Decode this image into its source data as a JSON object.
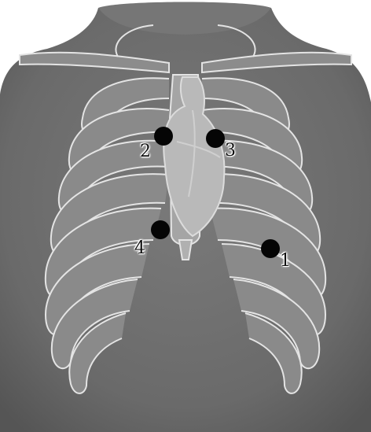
{
  "image": {
    "subject": "chest-diagram",
    "colors": {
      "background": "#ffffff",
      "skin": "#6f6f6f",
      "skin_dark": "#555555",
      "ribs": "#9a9a9a",
      "rib_outline": "#e6e6e6",
      "heart": "#bcbcbc",
      "marker": "#050505"
    }
  },
  "points": [
    {
      "id": "point-1",
      "label": "1"
    },
    {
      "id": "point-2",
      "label": "2"
    },
    {
      "id": "point-3",
      "label": "3"
    },
    {
      "id": "point-4",
      "label": "4"
    }
  ]
}
